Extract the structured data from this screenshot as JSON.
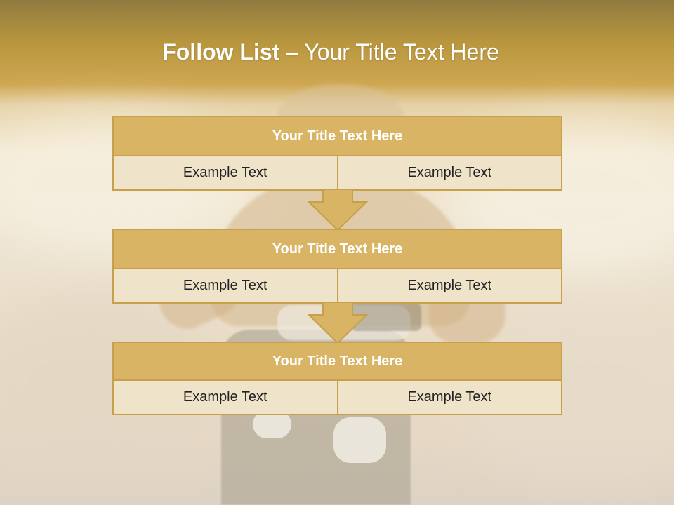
{
  "slide": {
    "title_bold": "Follow List",
    "title_rest": " – Your Title Text Here",
    "colors": {
      "header_fill": "#d8b464",
      "border": "#c7a04b",
      "cell_fill": "#efe3ca",
      "title_text": "#ffffff"
    },
    "blocks": [
      {
        "title": "Your Title Text Here",
        "left": "Example Text",
        "right": "Example Text"
      },
      {
        "title": "Your Title Text Here",
        "left": "Example Text",
        "right": "Example Text"
      },
      {
        "title": "Your Title Text Here",
        "left": "Example Text",
        "right": "Example Text"
      }
    ]
  }
}
